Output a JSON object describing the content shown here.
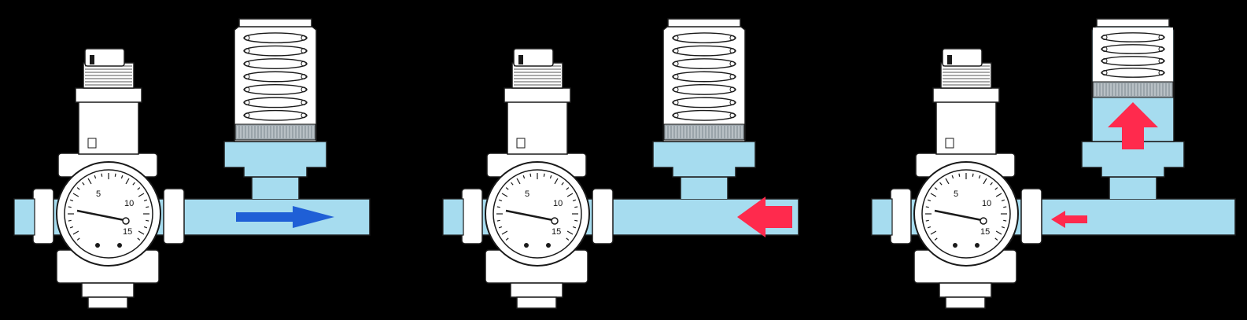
{
  "colors": {
    "background": "#000000",
    "water": "#a6dcef",
    "outline": "#1a1a1a",
    "metal": "#ffffff",
    "flow_arrow_forward": "#1f5fd6",
    "flow_arrow_reverse": "#ff2a4d",
    "spring_mesh": "#9aa4aa"
  },
  "panels": [
    {
      "id": "state-1",
      "gauge": {
        "labels": [
          "5",
          "10",
          "15"
        ]
      },
      "chamber": {
        "water_fill": "low",
        "spring": "extended"
      },
      "flow_arrow": {
        "direction": "right",
        "color": "#1f5fd6",
        "size": "large"
      },
      "chamber_arrow": null
    },
    {
      "id": "state-2",
      "gauge": {
        "labels": [
          "5",
          "10",
          "15"
        ]
      },
      "chamber": {
        "water_fill": "low",
        "spring": "extended"
      },
      "flow_arrow": {
        "direction": "left",
        "color": "#ff2a4d",
        "size": "large"
      },
      "chamber_arrow": null
    },
    {
      "id": "state-3",
      "gauge": {
        "labels": [
          "5",
          "10",
          "15"
        ]
      },
      "chamber": {
        "water_fill": "high",
        "spring": "compressed"
      },
      "flow_arrow": {
        "direction": "left",
        "color": "#ff2a4d",
        "size": "small"
      },
      "chamber_arrow": {
        "direction": "up",
        "color": "#ff2a4d"
      }
    }
  ]
}
